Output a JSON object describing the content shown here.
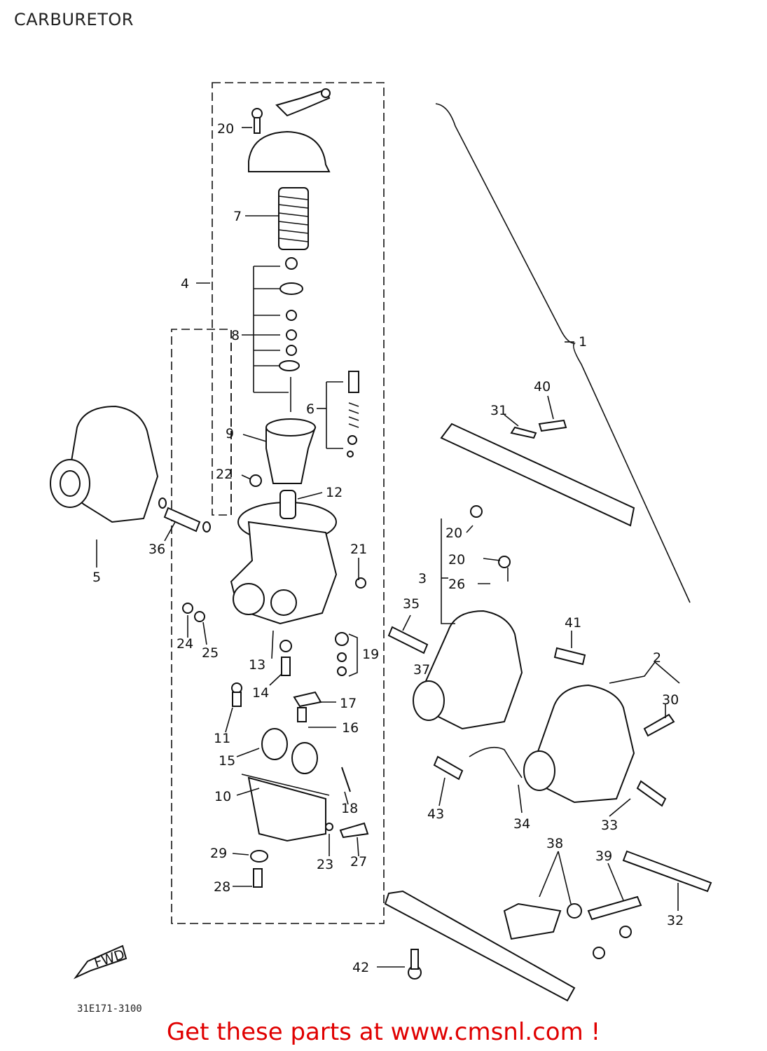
{
  "title": "CARBURETOR",
  "part_number": "31E171-3100",
  "footer": "Get these parts at www.cmsnl.com !",
  "colors": {
    "footer": "#e00000",
    "lines": "#111111"
  },
  "callouts": [
    "20",
    "7",
    "4",
    "8",
    "6",
    "9",
    "22",
    "12",
    "5",
    "36",
    "21",
    "24",
    "25",
    "13",
    "14",
    "11",
    "17",
    "16",
    "15",
    "10",
    "18",
    "19",
    "29",
    "23",
    "27",
    "28",
    "1",
    "40",
    "31",
    "20",
    "20",
    "3",
    "26",
    "35",
    "41",
    "37",
    "2",
    "30",
    "43",
    "34",
    "33",
    "38",
    "39",
    "32",
    "42"
  ],
  "fwd_label": "FWD"
}
